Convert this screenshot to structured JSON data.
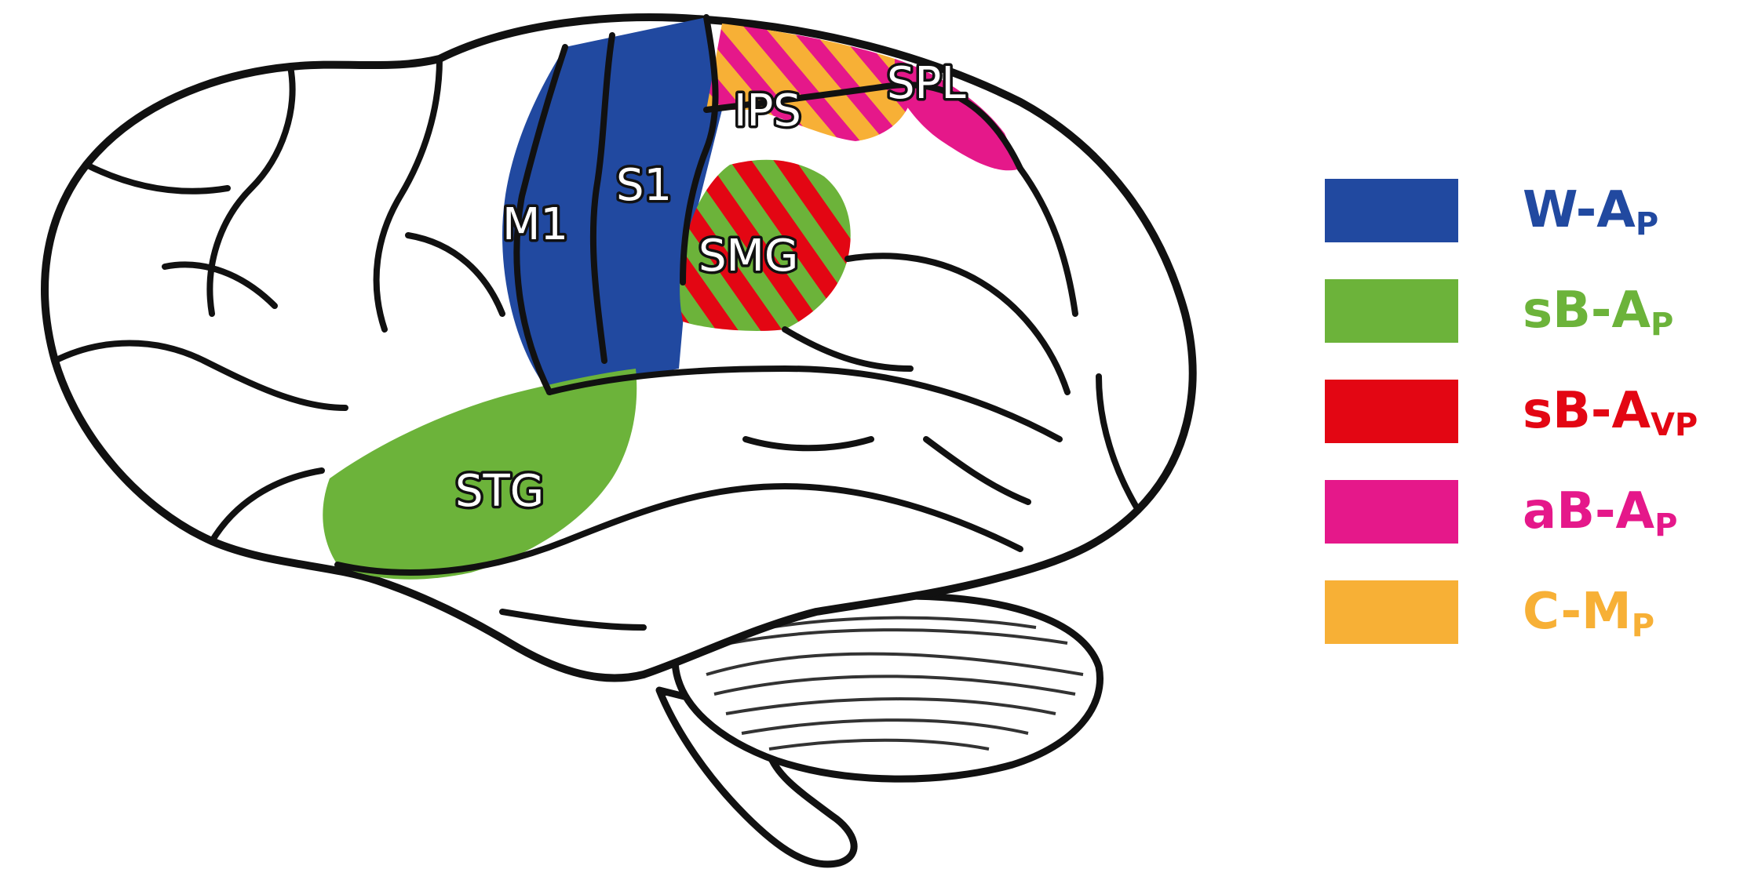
{
  "colors": {
    "blue": "#2149a0",
    "green": "#6cb33a",
    "red": "#e30613",
    "magenta": "#e5188a",
    "orange": "#f7b036",
    "outline": "#111111"
  },
  "regions": {
    "m1": "M1",
    "s1": "S1",
    "ips": "IPS",
    "spl": "SPL",
    "smg": "SMG",
    "stg": "STG"
  },
  "legend": [
    {
      "main": "W-A",
      "sub": "P",
      "color": "#2149a0"
    },
    {
      "main": "sB-A",
      "sub": "P",
      "color": "#6cb33a"
    },
    {
      "main": "sB-A",
      "sub": "VP",
      "color": "#e30613"
    },
    {
      "main": "aB-A",
      "sub": "P",
      "color": "#e5188a"
    },
    {
      "main": "C-M",
      "sub": "P",
      "color": "#f7b036"
    }
  ]
}
